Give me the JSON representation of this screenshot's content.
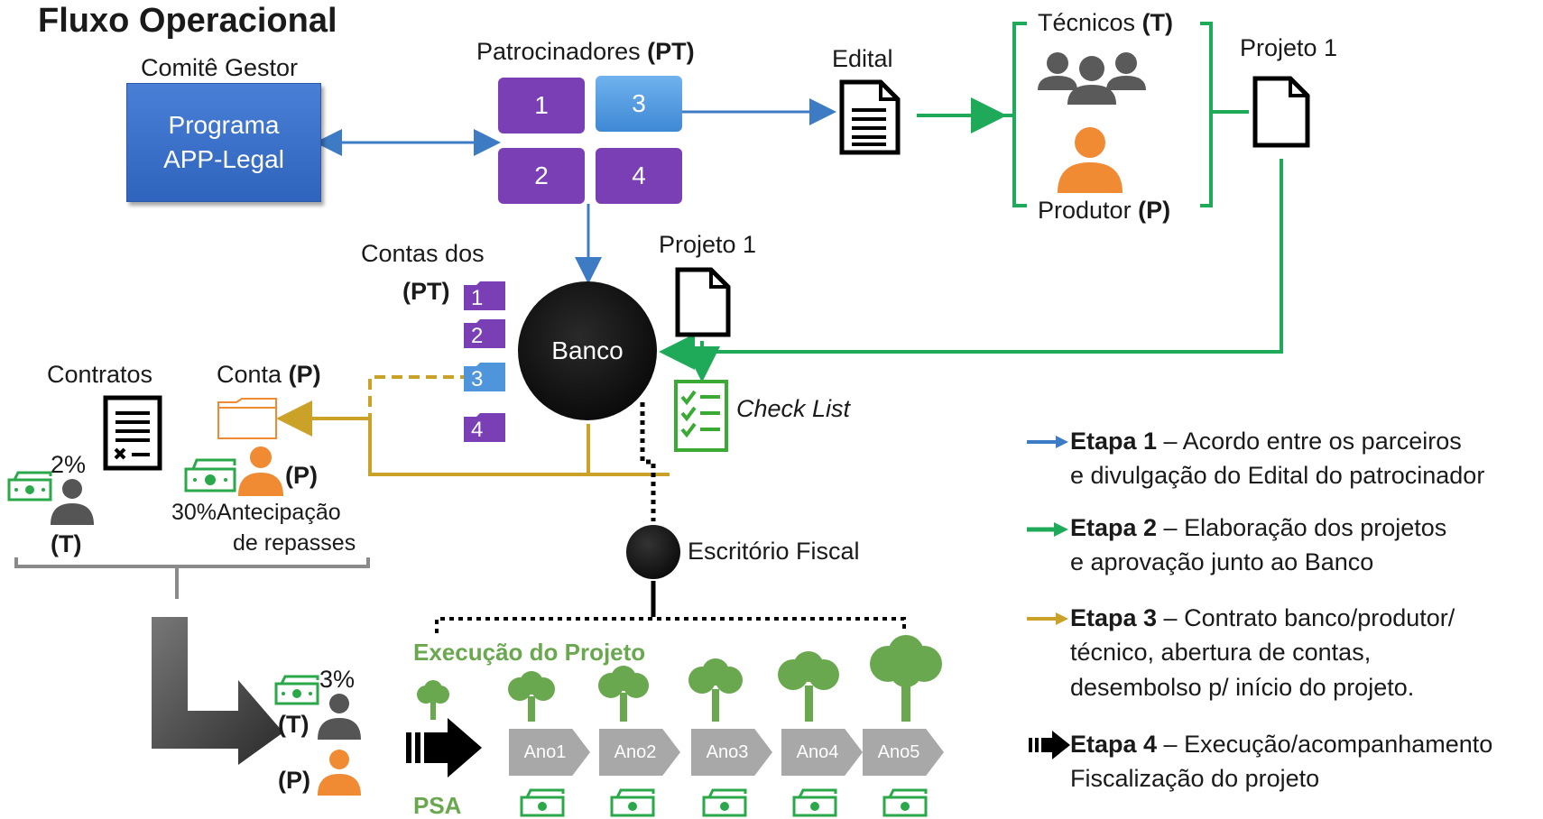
{
  "title": "Fluxo Operacional",
  "comite": {
    "label": "Comitê Gestor",
    "line1": "Programa",
    "line2": "APP-Legal"
  },
  "patrocinadores": {
    "label": "Patrocinadores",
    "tag": "(PT)",
    "pieces": [
      "1",
      "2",
      "3",
      "4"
    ]
  },
  "edital": "Edital",
  "tecnicos": {
    "label": "Técnicos",
    "tag": "(T)"
  },
  "produtor": {
    "label": "Produtor",
    "tag": "(P)"
  },
  "projeto_top": "Projeto 1",
  "projeto_mid": "Projeto 1",
  "contas_pt": {
    "line1": "Contas dos",
    "tag": "(PT)",
    "folders": [
      "1",
      "2",
      "3",
      "4"
    ]
  },
  "banco": "Banco",
  "checklist": "Check List",
  "contratos": "Contratos",
  "conta_p": {
    "label": "Conta",
    "tag": "(P)"
  },
  "pct_t_left": "2%",
  "tag_t_left": "(T)",
  "tag_p_mid": "(P)",
  "antecipacao": {
    "pct": "30%",
    "line1": "Antecipação",
    "line2": "de repasses"
  },
  "escritorio": "Escritório Fiscal",
  "execucao": "Execução do Projeto",
  "psa": "PSA",
  "anos": [
    "Ano1",
    "Ano2",
    "Ano3",
    "Ano4",
    "Ano5"
  ],
  "pct_t_bottom": "3%",
  "tag_t_bottom": "(T)",
  "tag_p_bottom": "(P)",
  "legend": [
    {
      "color": "#3d7cc4",
      "step": "Etapa 1",
      "line1": " – Acordo entre os parceiros",
      "line2": "e divulgação do Edital do patrocinador"
    },
    {
      "color": "#1faa5a",
      "step": "Etapa 2",
      "line1": " – Elaboração dos projetos",
      "line2": "e aprovação junto ao Banco"
    },
    {
      "color": "#c9a227",
      "step": "Etapa 3",
      "line1": " – Contrato banco/produtor/",
      "line2": "técnico, abertura de contas,",
      "line3": "desembolso p/ início do projeto."
    },
    {
      "color": "#000000",
      "step": "Etapa 4",
      "line1": " – Execução/acompanhamento",
      "line2": "Fiscalização do projeto"
    }
  ],
  "colors": {
    "blue": "#3d7cc4",
    "green": "#1faa5a",
    "gold": "#c9a227",
    "purple": "#7b3fb5",
    "orange": "#f08a33",
    "gray": "#555555",
    "tree": "#6aa84f"
  }
}
